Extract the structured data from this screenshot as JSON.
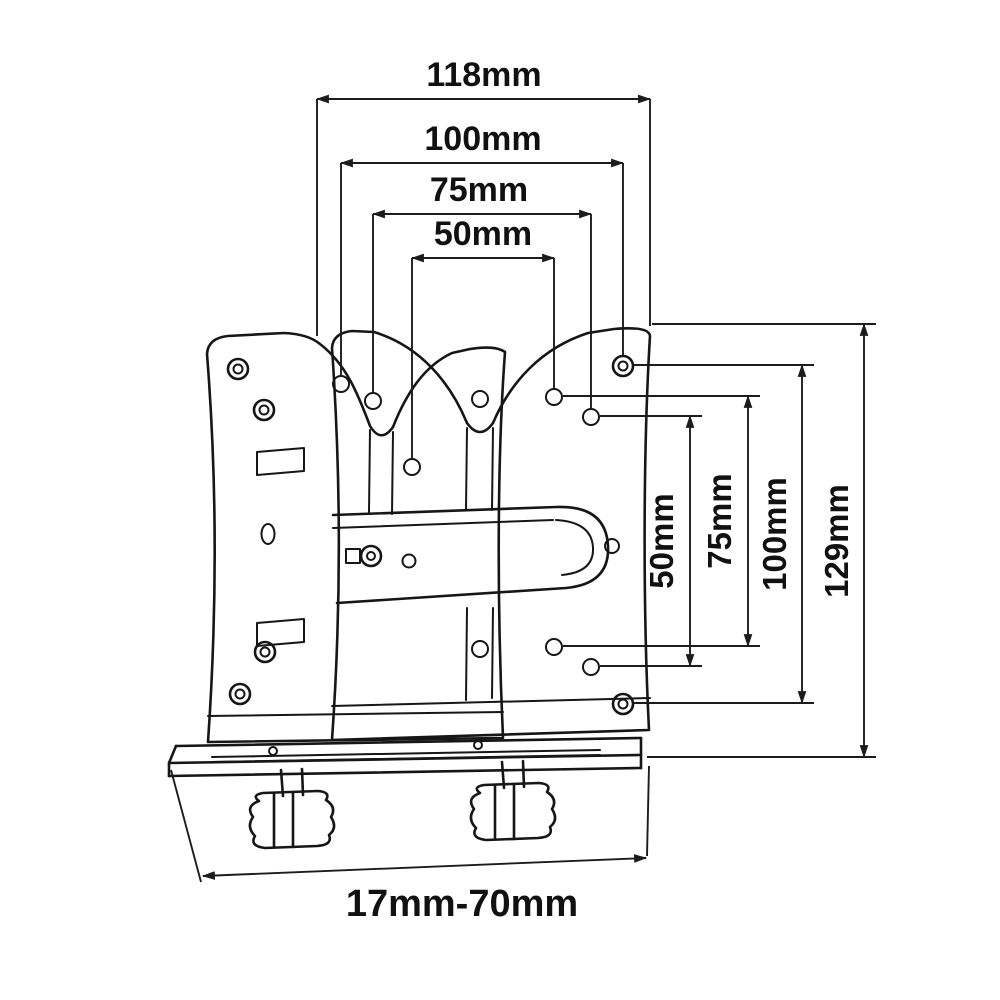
{
  "diagram": {
    "background_color": "#ffffff",
    "line_color": "#161616",
    "dimensions": {
      "top": [
        "118mm",
        "100mm",
        "75mm",
        "50mm"
      ],
      "right": [
        "50mm",
        "75mm",
        "100mm",
        "129mm"
      ],
      "bottom": "17mm-70mm"
    }
  }
}
